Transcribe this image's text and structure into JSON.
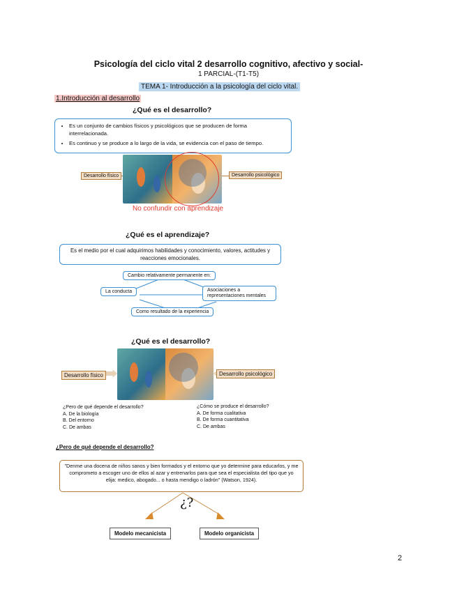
{
  "title": "Psicología del ciclo vital 2 desarrollo cognitivo, afectivo y social-",
  "subtitle": "1 PARCIAL-(T1-T5)",
  "tema": "TEMA 1- Introducción a la psicología del ciclo vital.",
  "section": "1.Introducción al desarrollo",
  "q1": "¿Qué es el desarrollo?",
  "bullets": [
    "Es un conjunto de cambios físicos y psicológicos que se producen de forma interrelacionada.",
    "Es continuo y se produce a lo largo de la vida, se evidencia con el paso de tiempo."
  ],
  "img1_left_tag": "Desarrollo físico",
  "img1_right_tag": "Desarrollo psicológico",
  "warning": "No confundir con aprendizaje",
  "q2": "¿Qué es el aprendizaje?",
  "learning_def": "Es el medio por el cual adquirimos habilidades y conocimiento, valores, actitudes y reacciones emocionales.",
  "diagram": {
    "top": "Cambio relativamente permanente en:",
    "left": "La conducta",
    "right": "Asociaciones a representaciones mentales",
    "bottom": "Como resultado de la experiencia"
  },
  "q3": "¿Qué es el desarrollo?",
  "img2_left_tag": "Desarrollo físico",
  "img2_right_tag": "Desarrollo psicológico",
  "quiz_left": {
    "question": "¿Pero de qué depende el desarrollo?",
    "options": [
      "A.  De la biología",
      "B.  Del entorno",
      "C.  De ambas"
    ]
  },
  "quiz_right": {
    "question": "¿Cómo se produce el desarrollo?",
    "options": [
      "A.  De forma cualitativa",
      "B.  De forma cuantitativa",
      "C.  De ambas"
    ]
  },
  "q4": "¿Pero de qué depende el desarrollo?",
  "quote": "\"Denme una docena de niños sanos y bien formados y el entorno que yo determine para educarlos, y me comprometo a escoger uno de ellos al azar y entrenarlos para que sea el especialista del tipo que yo elija: medico, abogado... o hasta mendigo o ladrón\" (Watson, 1924).",
  "question_mark": "¿?",
  "model_left": "Modelo mecanicista",
  "model_right": "Modelo organicista",
  "page_number": "2",
  "colors": {
    "box_border": "#3b8fd3",
    "tema_bg": "#bcd8f0",
    "section_bg": "#f6c9c9",
    "warning": "#e23b2e"
  }
}
